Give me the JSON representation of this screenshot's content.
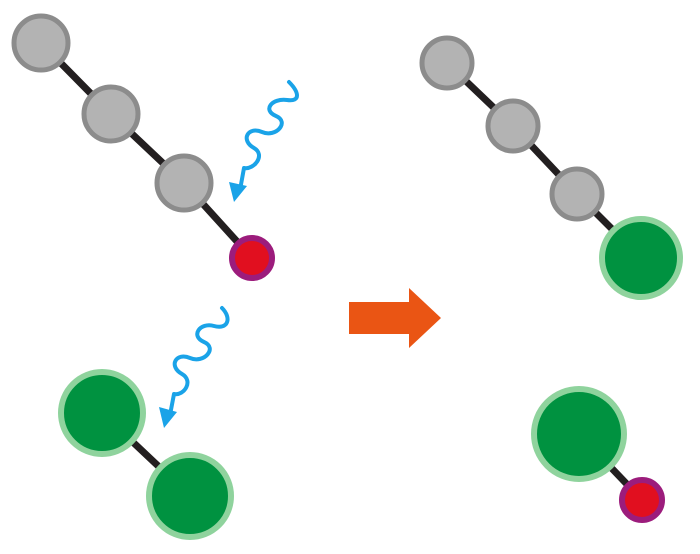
{
  "colors": {
    "bond": "#231f20",
    "gray_fill": "#b3b3b3",
    "gray_stroke": "#8c8c8c",
    "green_fill": "#009240",
    "green_stroke": "#8fd39d",
    "red_fill": "#e10f1f",
    "red_stroke": "#9c1c7c",
    "wave": "#1aa3e8",
    "arrow": "#ea5514"
  },
  "left_panel": {
    "reactant_chain": [
      "gray-atom",
      "gray-atom",
      "gray-atom",
      "red-atom"
    ],
    "reactant_dimer": [
      "green-atom",
      "green-atom"
    ],
    "light_arrows": [
      "wavy-light-arrow",
      "wavy-light-arrow"
    ]
  },
  "reaction_arrow": {
    "direction": "right"
  },
  "right_panel": {
    "product_chain": [
      "gray-atom",
      "gray-atom",
      "gray-atom",
      "green-atom"
    ],
    "product_pair": [
      "green-atom",
      "red-atom"
    ]
  }
}
